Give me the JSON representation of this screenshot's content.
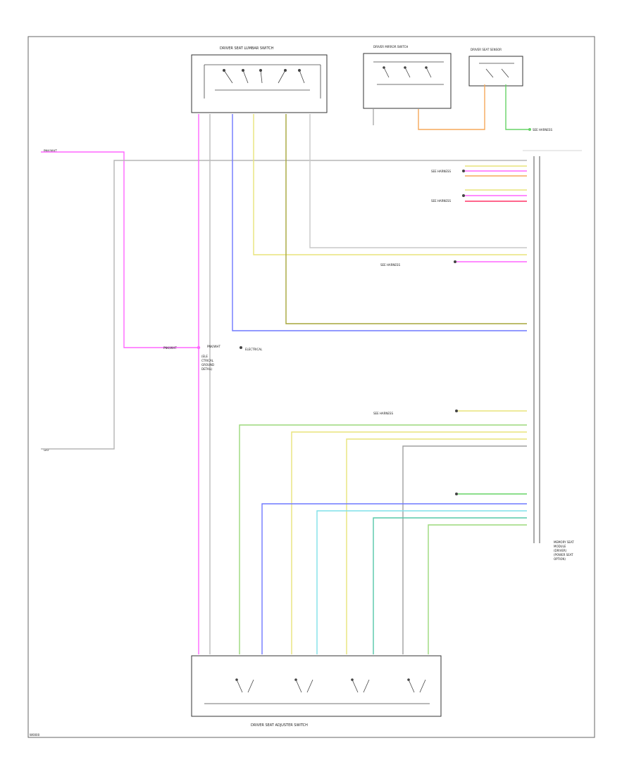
{
  "colors": {
    "pink": "#ff66ff",
    "blue": "#6f78ff",
    "yellow": "#e8e47a",
    "olive": "#a6a63a",
    "gray": "#9a9a9a",
    "green": "#66d366",
    "orange": "#f5a85a",
    "cyan": "#7fe0e8",
    "red": "#ff3366",
    "lightgreen": "#9bd97a",
    "teal": "#55c8a8"
  },
  "icons": {
    "splice": "filled-dot",
    "switch_contact": "open-contact"
  },
  "components": {
    "lumbar_switch": "DRIVER SEAT LUMBAR SWITCH",
    "mirror_switch": "DRIVER MIRROR SWITCH",
    "position_sensor": "DRIVER SEAT SENSOR",
    "adjuster_switch": "DRIVER SEAT ADJUSTER SWITCH",
    "module": [
      "MEMORY SEAT",
      "MODULE",
      "(DRIVER)",
      "(POWER SEAT",
      "OPTION)"
    ]
  },
  "left_labels": {
    "top": "PNK/WHT",
    "bottom": "GRY"
  },
  "splice_labels": {
    "main": "PNK/WHT",
    "main_ref": "ELECTRICAL",
    "note_lines": [
      "(ELE",
      "CTRICAL",
      "GROUND",
      "DETAIL)"
    ]
  },
  "connector_refs": [
    "SEE HARNESS",
    "SEE HARNESS",
    "SEE HARNESS",
    "SEE HARNESS",
    "SEE HARNESS"
  ],
  "footer_code": "W0000"
}
